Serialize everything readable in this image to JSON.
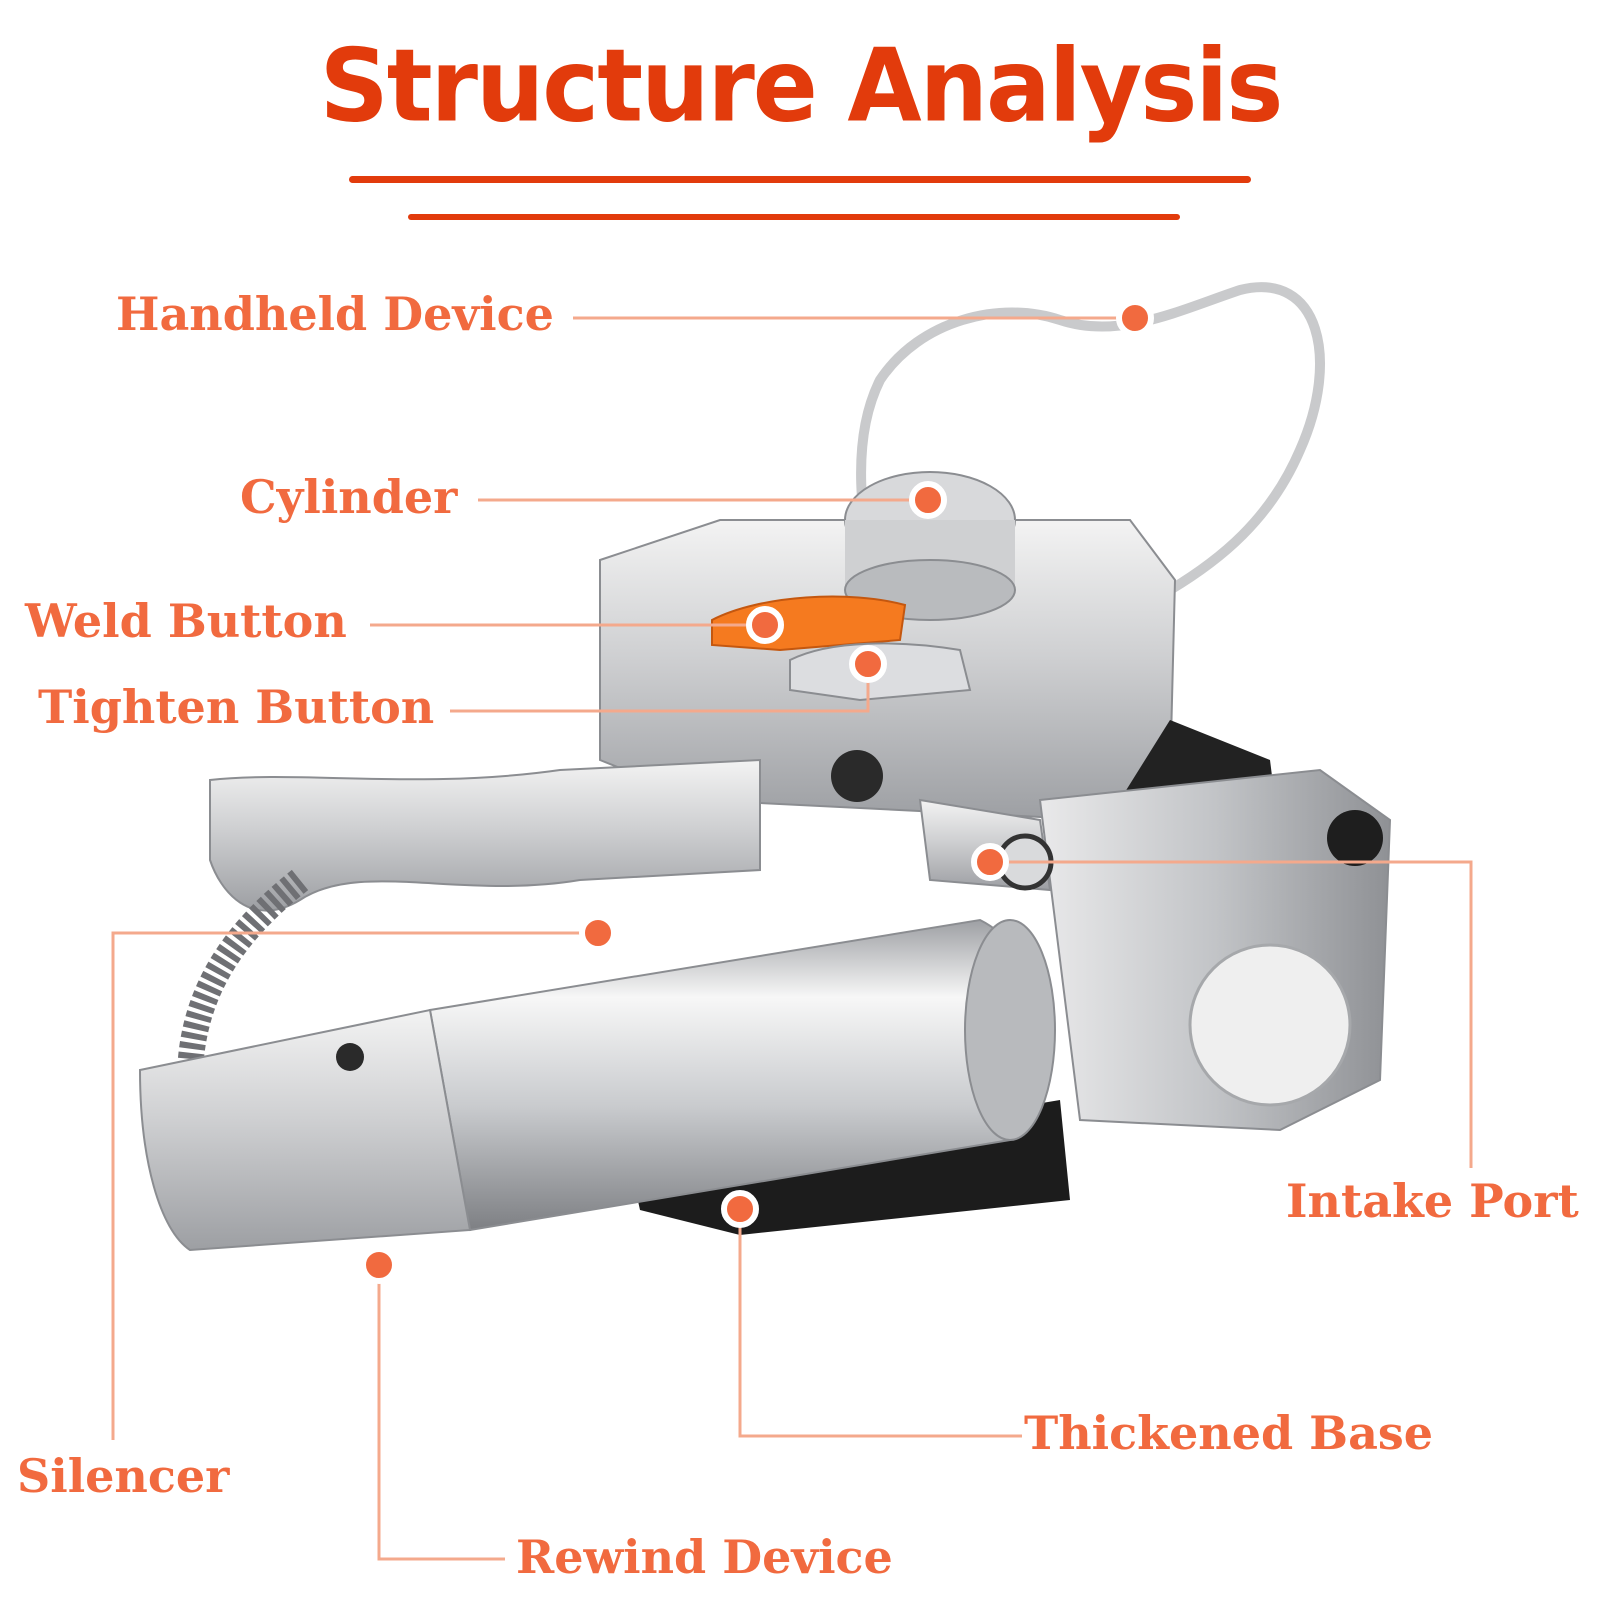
{
  "title": "Structure Analysis",
  "colors": {
    "title": "#e23b0c",
    "label": "#f16a3f",
    "leader": "#f4a98c"
  },
  "labels": {
    "handheld_device": "Handheld Device",
    "cylinder": "Cylinder",
    "weld_button": "Weld Button",
    "tighten_button": "Tighten Button",
    "intake_port": "Intake Port",
    "thickened_base": "Thickened Base",
    "silencer": "Silencer",
    "rewind_device": "Rewind Device"
  }
}
